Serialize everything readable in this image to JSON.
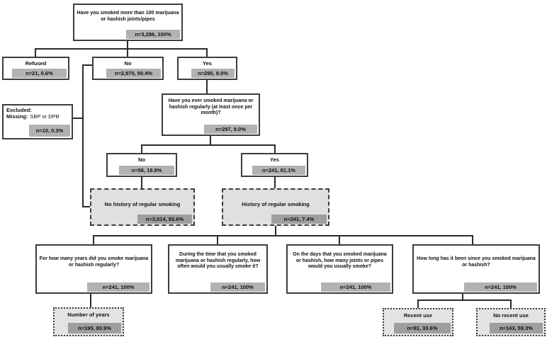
{
  "figure": {
    "type": "flowchart",
    "description": "Decision tree of survey questions on marijuana or hashish smoking with sample sizes and percentages"
  },
  "colors": {
    "box_border": "#3d3d3d",
    "box_fill": "#ffffff",
    "shaded_box_fill": "#e0e0e0",
    "count_bar_light": "#b2b2b2",
    "count_bar_dark": "#9e9e9e",
    "connector": "#2b2b2b",
    "text": "#0f0f0f"
  },
  "nodes": {
    "top": {
      "title": "Have you smoked more than 100 marijuana or hashish joints/pipes",
      "n": "n=3,286, 100%"
    },
    "refused": {
      "title": "Refused",
      "n": "n=21, 0.6%"
    },
    "no1": {
      "title": "No",
      "n": "n=2,970, 90.4%"
    },
    "yes1": {
      "title": "Yes",
      "n": "n=295, 9.0%"
    },
    "excluded": {
      "line1": "Excluded:",
      "line2_label": "Missing:",
      "line2_value": "SBP or DPB",
      "n": "n=10, 0.3%"
    },
    "q_regular": {
      "title": "Have you ever smoked marijuana or hashish regularly (at least once per month)?",
      "n": "n=297, 9.0%"
    },
    "no2": {
      "title": "No",
      "n": "n=56, 18.9%"
    },
    "yes2": {
      "title": "Yes",
      "n": "n=241, 81.1%"
    },
    "no_history": {
      "title": "No history of regular smoking",
      "n": "n=3,014, 92.6%"
    },
    "history": {
      "title": "History of regular smoking",
      "n": "n=241, 7.4%"
    },
    "q_years": {
      "title": "For how many years did you smoke marijuana or hashish regularly?",
      "n": "n=241, 100%"
    },
    "q_often": {
      "title": "During the time that you smoked marijuana or hashish regularly, how often would you usually smoke it?",
      "n": "n=241, 100%"
    },
    "q_amount": {
      "title": "On the days that you smoked marijuana or hashish, how many joints or pipes would you usually smoke?",
      "n": "n=241, 100%"
    },
    "q_since": {
      "title": "How long has it been since you smoked marijuana or hashish?",
      "n": "n=241, 100%"
    },
    "num_years": {
      "title": "Number of years",
      "n": "n=195, 80.9%"
    },
    "recent_use": {
      "title": "Recent use",
      "n": "n=81, 33.6%"
    },
    "no_recent_use": {
      "title": "No recent use",
      "n": "n=143, 59.3%"
    }
  }
}
